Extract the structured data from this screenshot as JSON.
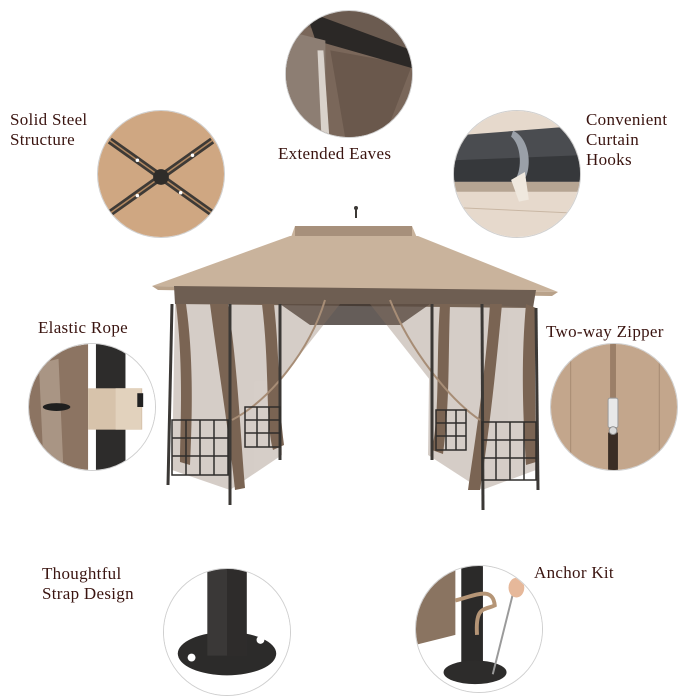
{
  "features": [
    {
      "id": "solid-steel-structure",
      "label": "Solid Steel\nStructure"
    },
    {
      "id": "extended-eaves",
      "label": "Extended Eaves"
    },
    {
      "id": "convenient-curtain-hooks",
      "label": "Convenient\nCurtain\nHooks"
    },
    {
      "id": "elastic-rope",
      "label": "Elastic Rope"
    },
    {
      "id": "two-way-zipper",
      "label": "Two-way Zipper"
    },
    {
      "id": "thoughtful-strap-design",
      "label": "Thoughtful\nStrap Design"
    },
    {
      "id": "anchor-kit",
      "label": "Anchor Kit"
    }
  ],
  "colors": {
    "label_text": "#3a1410",
    "canopy_tan": "#c9b39c",
    "frame_dark": "#3b3835",
    "valance_brown": "#6e5e52",
    "netting_brown": "#8a7260",
    "circle_border": "#cfcfcf"
  }
}
